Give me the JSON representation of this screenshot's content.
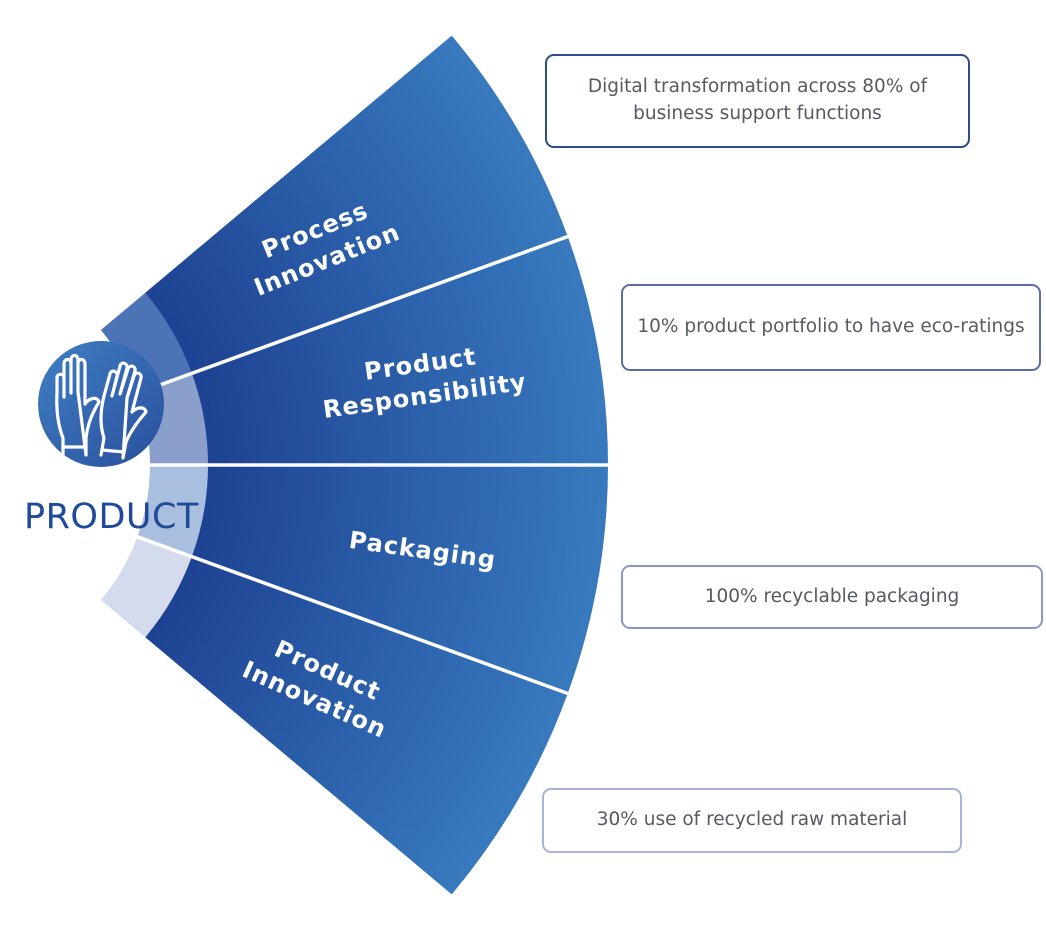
{
  "center": {
    "icon": "gloves-icon",
    "title": "PRODUCT"
  },
  "segments": [
    {
      "label_lines": [
        "Process",
        "Innovation"
      ]
    },
    {
      "label_lines": [
        "Product",
        "Responsibility"
      ]
    },
    {
      "label_lines": [
        "Packaging"
      ]
    },
    {
      "label_lines": [
        "Product",
        "Innovation"
      ]
    }
  ],
  "callouts": [
    {
      "text": "Digital transformation across 80% of business support functions"
    },
    {
      "text": "10% product portfolio to have eco-ratings"
    },
    {
      "text": "100% recyclable packaging"
    },
    {
      "text": "30% use of recycled raw material"
    }
  ],
  "colors": {
    "segment_dark": "#1c3f90",
    "segment_light": "#3577bd",
    "ring": [
      "#4d73b7",
      "#8b9fcc",
      "#a9bfdf",
      "#d4dbed"
    ],
    "title": "#1f4a99",
    "icon_circle_dark": "#2a4f9c",
    "icon_circle_light": "#3f7fc4"
  }
}
